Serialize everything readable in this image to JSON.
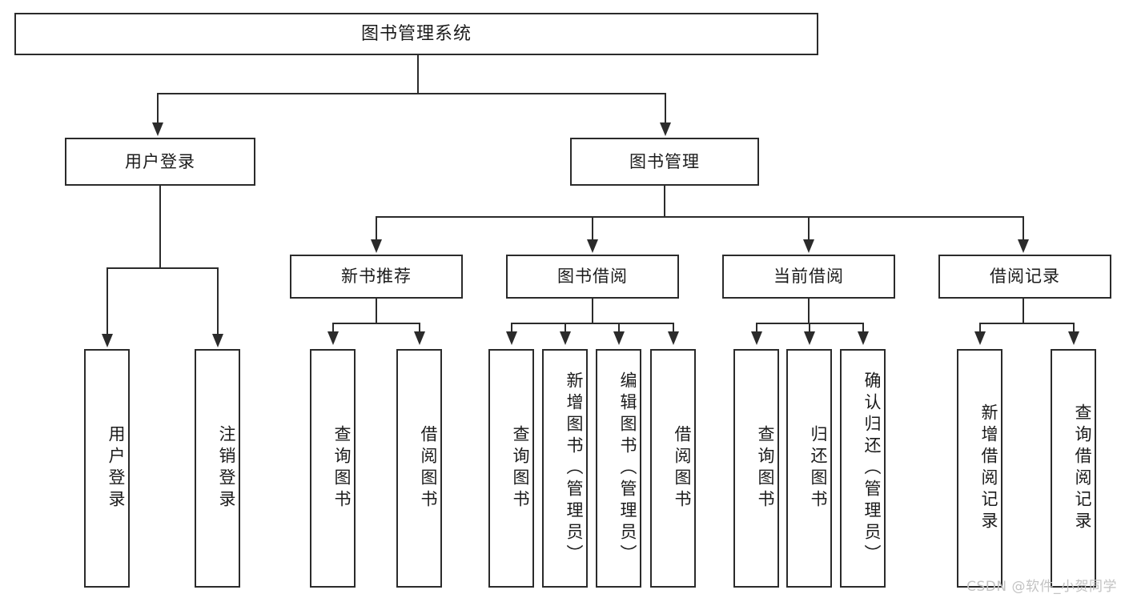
{
  "diagram": {
    "title": "图书管理系统",
    "type": "tree",
    "watermark": "CSDN @软件_小贺同学",
    "colors": {
      "stroke": "#2b2b2b",
      "fill": "#ffffff",
      "text": "#1b1b1b",
      "watermark": "#c3c3c3"
    }
  },
  "nodes": {
    "root": {
      "label": "图书管理系统"
    },
    "level2": [
      {
        "label": "用户登录"
      },
      {
        "label": "图书管理"
      }
    ],
    "level3": [
      {
        "label": "新书推荐"
      },
      {
        "label": "图书借阅"
      },
      {
        "label": "当前借阅"
      },
      {
        "label": "借阅记录"
      }
    ],
    "leaves": {
      "user_login": [
        {
          "label": "用户登录"
        },
        {
          "label": "注销登录"
        }
      ],
      "new_book": [
        {
          "label": "查询图书"
        },
        {
          "label": "借阅图书"
        }
      ],
      "book_borrow": [
        {
          "label": "查询图书"
        },
        {
          "label": "新增图书（管理员）"
        },
        {
          "label": "编辑图书（管理员）"
        },
        {
          "label": "借阅图书"
        }
      ],
      "current_borrow": [
        {
          "label": "查询图书"
        },
        {
          "label": "归还图书"
        },
        {
          "label": "确认归还（管理员）"
        }
      ],
      "borrow_record": [
        {
          "label": "新增借阅记录"
        },
        {
          "label": "查询借阅记录"
        }
      ]
    }
  }
}
